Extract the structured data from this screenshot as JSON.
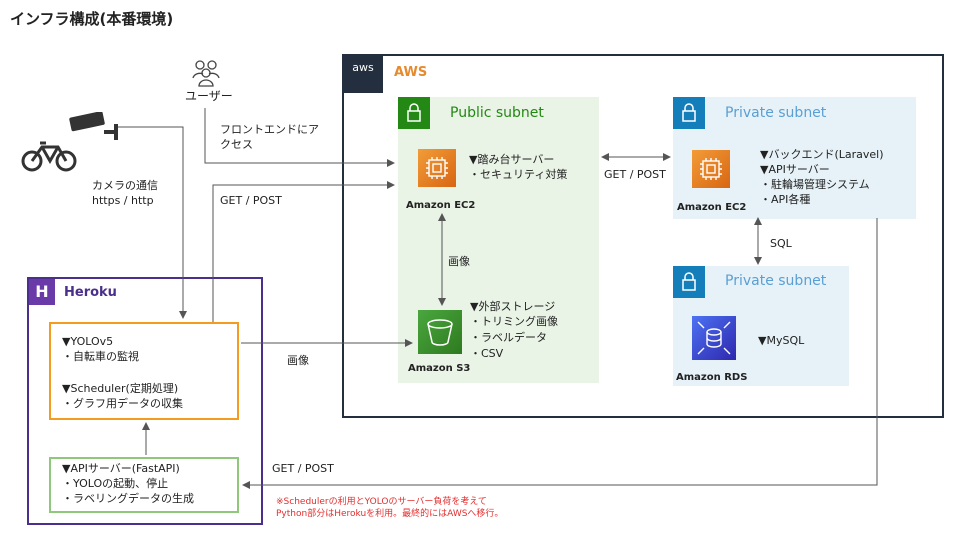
{
  "title": "インフラ構成(本番環境)",
  "aws": {
    "badge": "aws",
    "title": "AWS"
  },
  "subnets": {
    "public": "Public subnet",
    "private1": "Private subnet",
    "private2": "Private subnet"
  },
  "user": {
    "label": "ユーザー"
  },
  "camera": {
    "label1": "カメラの通信",
    "label2": "https / http"
  },
  "edges": {
    "frontend1": "フロントエンドにア",
    "frontend2": "クセス",
    "get_post_left": "GET / POST",
    "get_post_mid": "GET / POST",
    "get_post_bottom": "GET / POST",
    "image_vertical": "画像",
    "image_horizontal": "画像",
    "sql": "SQL"
  },
  "ec2_public": {
    "name": "Amazon EC2",
    "line1": "▼踏み台サーバー",
    "line2": "・セキュリティ対策"
  },
  "ec2_private": {
    "name": "Amazon EC2",
    "line1": "▼バックエンド(Laravel)",
    "line2": "▼APIサーバー",
    "line3": "・駐輪場管理システム",
    "line4": "・API各種"
  },
  "s3": {
    "name": "Amazon S3",
    "line1": "▼外部ストレージ",
    "line2": "・トリミング画像",
    "line3": "・ラベルデータ",
    "line4": "・CSV"
  },
  "rds": {
    "name": "Amazon RDS",
    "line1": "▼MySQL"
  },
  "heroku": {
    "logo": "H",
    "title": "Heroku",
    "yolo": {
      "line1": "▼YOLOv5",
      "line2": "・自転車の監視",
      "line3": "▼Scheduler(定期処理)",
      "line4": "・グラフ用データの収集"
    },
    "api": {
      "line1": "▼APIサーバー(FastAPI)",
      "line2": "・YOLOの起動、停止",
      "line3": "・ラベリングデータの生成"
    }
  },
  "note": {
    "line1": "※Schedulerの利用とYOLOのサーバー負荷を考えて",
    "line2": "Python部分はHerokuを利用。最終的にはAWSへ移行。"
  },
  "colors": {
    "aws_orange": "#e68a2e",
    "public_green": "#248814",
    "private_blue": "#147eba",
    "heroku_purple": "#4a2f8c",
    "yolo_orange": "#f39c1f",
    "api_green": "#8fc77b",
    "note_red": "#e52e2e"
  },
  "icons": [
    "user-group-icon",
    "security-camera-icon",
    "bicycle-icon",
    "lock-icon",
    "ec2-icon",
    "s3-bucket-icon",
    "rds-icon",
    "heroku-logo-icon"
  ]
}
